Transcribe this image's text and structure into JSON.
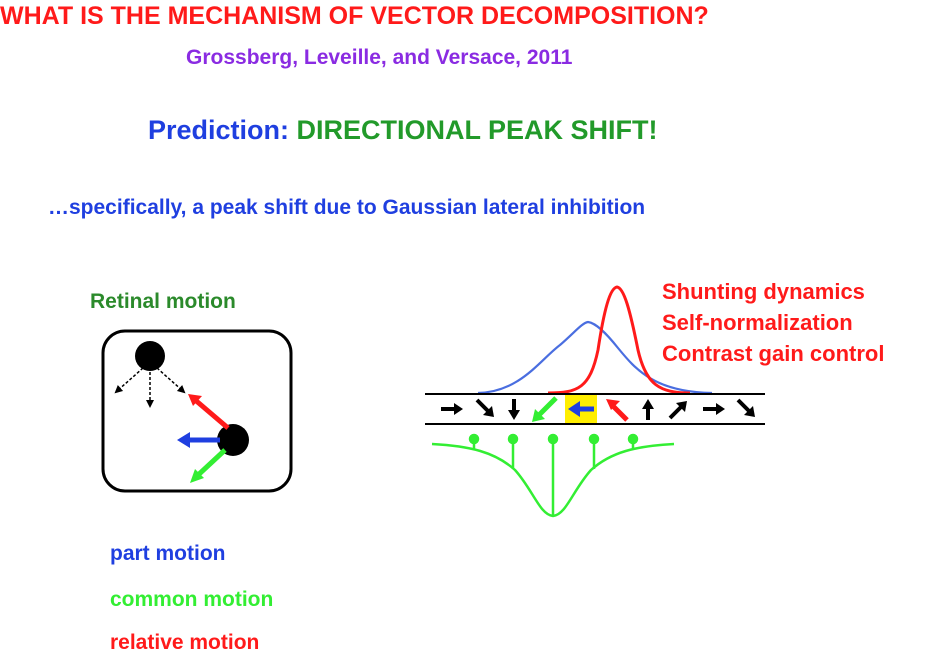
{
  "title": "WHAT IS THE MECHANISM OF VECTOR DECOMPOSITION?",
  "authors": "Grossberg, Leveille, and Versace, 2011",
  "prediction": {
    "label": "Prediction:",
    "value": "DIRECTIONAL PEAK SHIFT!"
  },
  "specifically": "…specifically, a peak shift due to Gaussian lateral inhibition",
  "retinal_motion_label": "Retinal motion",
  "properties": [
    "Shunting dynamics",
    "Self-normalization",
    "Contrast gain control"
  ],
  "legend": {
    "part": "part motion",
    "common": "common motion",
    "relative": "relative motion"
  },
  "colors": {
    "title": "#ff1a1a",
    "authors": "#8a2be2",
    "part_motion": "#1f3fe0",
    "common_motion": "#33ee33",
    "relative_motion": "#ff1a1a",
    "highlight": "#ffee00"
  }
}
